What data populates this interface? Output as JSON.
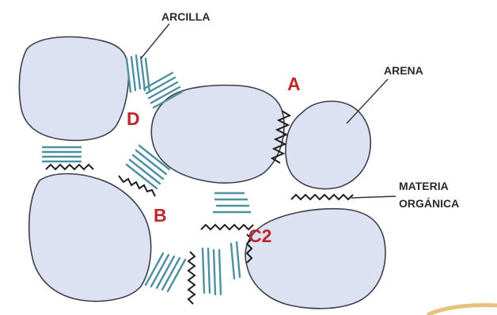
{
  "labels": {
    "clay": "ARCILLA",
    "sand": "ARENA",
    "organic_line1": "MATERIA",
    "organic_line2": "ORGÁNICA"
  },
  "bond_labels": {
    "a": "A",
    "b": "B",
    "c2": "C2",
    "d": "D"
  },
  "colors": {
    "grain_fill": "#dde2f2",
    "grain_stroke": "#3c3f4a",
    "clay_stroke": "#4f8fa2",
    "organic_stroke": "#1e1e1e",
    "bond_label": "#c0252c",
    "callout_text": "#2a2a2a",
    "accent_arc": "#e3b25e"
  }
}
